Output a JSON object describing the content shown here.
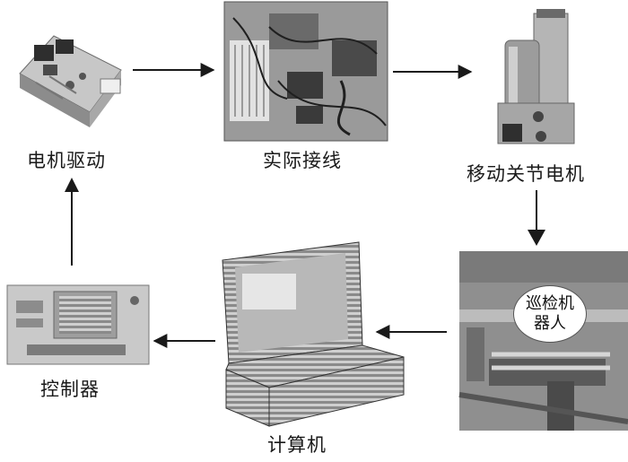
{
  "nodes": {
    "motor_driver": "电机驱动",
    "wiring": "实际接线",
    "joint_motor": "移动关节电机",
    "robot_line1": "巡检机",
    "robot_line2": "器人",
    "computer": "计算机",
    "controller": "控制器"
  },
  "flow": [
    {
      "from": "控制器",
      "to": "电机驱动"
    },
    {
      "from": "电机驱动",
      "to": "实际接线"
    },
    {
      "from": "实际接线",
      "to": "移动关节电机"
    },
    {
      "from": "移动关节电机",
      "to": "巡检机器人"
    },
    {
      "from": "巡检机器人",
      "to": "计算机"
    },
    {
      "from": "计算机",
      "to": "控制器"
    }
  ],
  "colors": {
    "arrow": "#1a1a1a",
    "photo_dark": "#3a3a3a",
    "photo_light": "#d8d8d8"
  }
}
